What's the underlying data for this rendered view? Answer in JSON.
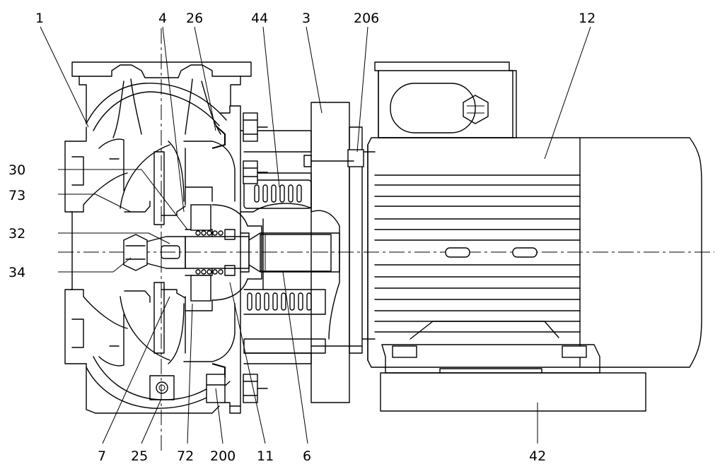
{
  "diagram": {
    "callouts": {
      "c1": "1",
      "c4": "4",
      "c26": "26",
      "c44": "44",
      "c3": "3",
      "c206": "206",
      "c12": "12",
      "c30": "30",
      "c73": "73",
      "c32": "32",
      "c34": "34",
      "c7": "7",
      "c25": "25",
      "c72": "72",
      "c200": "200",
      "c11": "11",
      "c6": "6",
      "c42": "42"
    }
  }
}
